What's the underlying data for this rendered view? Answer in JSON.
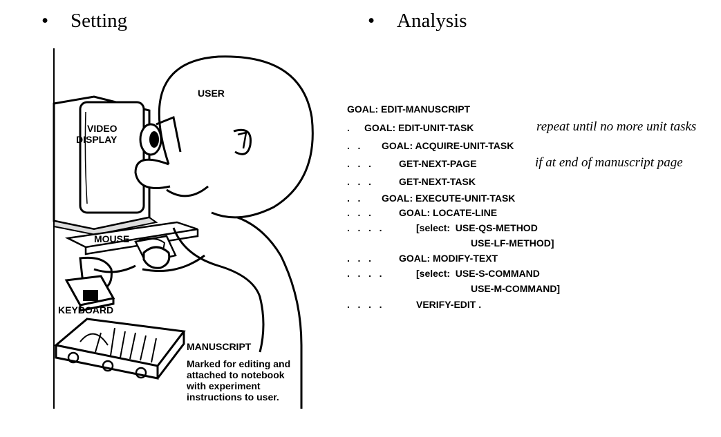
{
  "headings": {
    "bullet": "•",
    "setting": "Setting",
    "analysis": "Analysis"
  },
  "illustration": {
    "labels": {
      "user": "USER",
      "video_display_line1": "VIDEO",
      "video_display_line2": "DISPLAY",
      "mouse": "MOUSE",
      "keyboard": "KEYBOARD",
      "manuscript_title": "MANUSCRIPT",
      "manuscript_desc_line1": "Marked for editing and",
      "manuscript_desc_line2": "attached to notebook",
      "manuscript_desc_line3": "with experiment",
      "manuscript_desc_line4": "instructions to user."
    }
  },
  "goms": {
    "lines": [
      {
        "dots": "",
        "text": "GOAL: EDIT-MANUSCRIPT",
        "note": ""
      },
      {
        "dots": ".",
        "text": "GOAL: EDIT-UNIT-TASK",
        "note": "repeat until no more unit tasks"
      },
      {
        "dots": ".   .",
        "text": "GOAL: ACQUIRE-UNIT-TASK",
        "note": ""
      },
      {
        "dots": ".   .   .",
        "text": "GET-NEXT-PAGE",
        "note": "if at end of manuscript page"
      },
      {
        "dots": ".   .   .",
        "text": "GET-NEXT-TASK",
        "note": ""
      },
      {
        "dots": ".   .",
        "text": "GOAL: EXECUTE-UNIT-TASK",
        "note": ""
      },
      {
        "dots": ".   .   .",
        "text": "GOAL: LOCATE-LINE",
        "note": ""
      },
      {
        "dots": ".   .   .   .",
        "text": "[select:  USE-QS-METHOD",
        "note": ""
      },
      {
        "dots": "",
        "text": "USE-LF-METHOD]",
        "note": ""
      },
      {
        "dots": ".   .   .",
        "text": "GOAL: MODIFY-TEXT",
        "note": ""
      },
      {
        "dots": ".   .   .   .",
        "text": "[select:  USE-S-COMMAND",
        "note": ""
      },
      {
        "dots": "",
        "text": "USE-M-COMMAND]",
        "note": ""
      },
      {
        "dots": ".   .   .   .",
        "text": "VERIFY-EDIT .",
        "note": ""
      }
    ]
  }
}
